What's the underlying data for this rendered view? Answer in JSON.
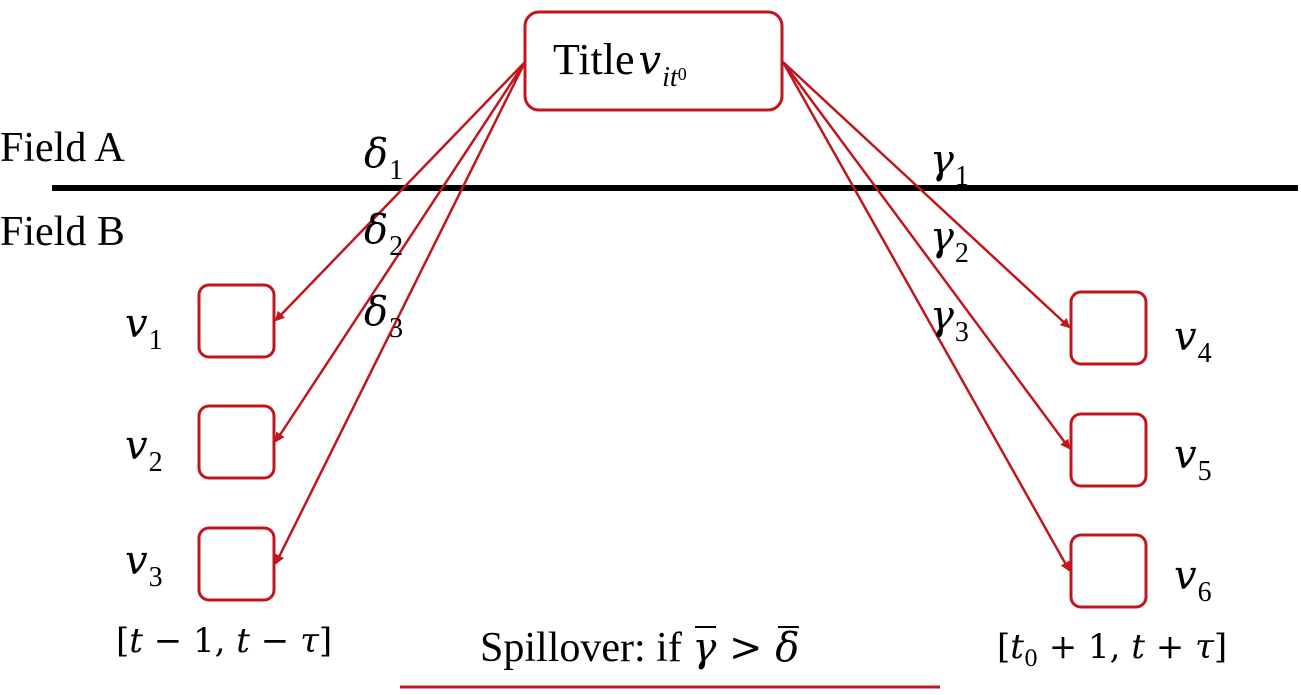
{
  "title": {
    "prefix": "Title",
    "symbol": "v",
    "sub": "it",
    "subsub": "0"
  },
  "fields": {
    "a": "Field A",
    "b": "Field B"
  },
  "left_coeffs": [
    {
      "symbol": "δ",
      "sub": "1"
    },
    {
      "symbol": "δ",
      "sub": "2"
    },
    {
      "symbol": "δ",
      "sub": "3"
    }
  ],
  "right_coeffs": [
    {
      "symbol": "γ",
      "sub": "1"
    },
    {
      "symbol": "γ",
      "sub": "2"
    },
    {
      "symbol": "γ",
      "sub": "3"
    }
  ],
  "left_nodes": [
    {
      "symbol": "v",
      "sub": "1"
    },
    {
      "symbol": "v",
      "sub": "2"
    },
    {
      "symbol": "v",
      "sub": "3"
    }
  ],
  "right_nodes": [
    {
      "symbol": "v",
      "sub": "4"
    },
    {
      "symbol": "v",
      "sub": "5"
    },
    {
      "symbol": "v",
      "sub": "6"
    }
  ],
  "left_window": {
    "open": "[",
    "a": "t",
    "op1": " − 1, ",
    "b": "t",
    "op2": " − ",
    "c": "τ",
    "close": "]"
  },
  "right_window": {
    "open": "[",
    "a": "t",
    "a_sub": "0",
    "op1": " + 1, ",
    "b": "t",
    "op2": " + ",
    "c": "τ",
    "close": "]"
  },
  "spillover": {
    "prefix": "Spillover: if ",
    "lhs": "γ",
    "op": " > ",
    "rhs": "δ"
  },
  "colors": {
    "accent": "#c0161d",
    "line": "#000000"
  }
}
